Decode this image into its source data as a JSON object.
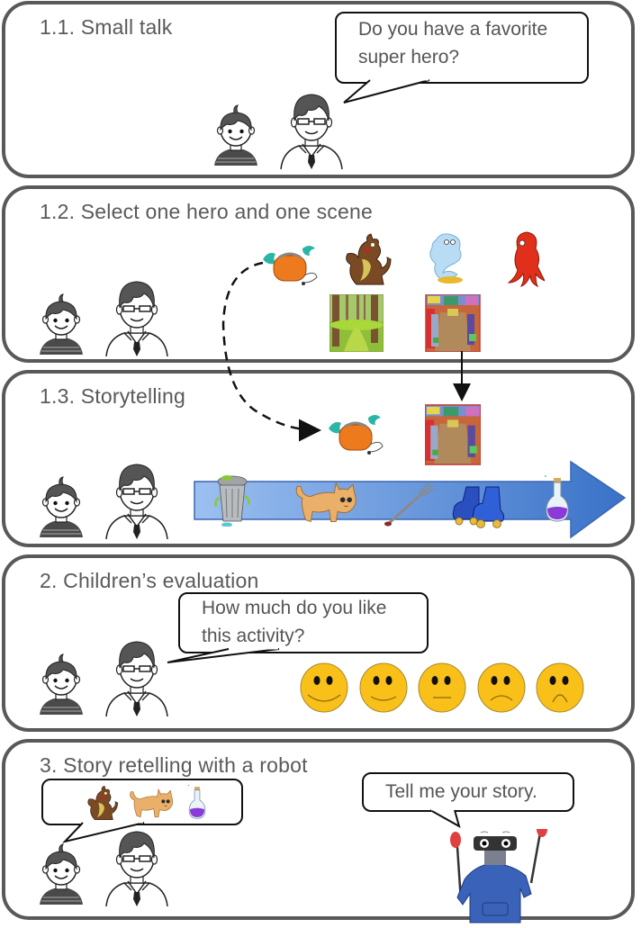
{
  "panels": [
    {
      "title": "1.1. Small talk",
      "speech": {
        "speaker": "adult",
        "lines": [
          "Do you have a favorite",
          "super hero?"
        ]
      }
    },
    {
      "title": "1.2. Select one hero and one scene",
      "heroes": [
        "flying-purse-icon",
        "dragon-icon",
        "genie-icon",
        "red-octopus-icon"
      ],
      "scenes": [
        "forest-scene",
        "market-scene"
      ]
    },
    {
      "title": "1.3. Storytelling",
      "selected_hero": "flying-purse-icon",
      "selected_scene": "market-scene",
      "timeline_items": [
        "trash-can-icon",
        "cat-icon",
        "fork-icon",
        "roller-skates-icon",
        "potion-icon"
      ]
    },
    {
      "title": "2. Children’s evaluation",
      "speech": {
        "speaker": "adult",
        "lines": [
          "How much do you like",
          "this activity?"
        ]
      },
      "rating_scale": [
        "very-happy",
        "happy",
        "neutral",
        "sad",
        "very-sad"
      ]
    },
    {
      "title": "3. Story retelling with a robot",
      "child_speech_items": [
        "dragon-icon",
        "cat-icon",
        "potion-icon"
      ],
      "robot_speech": {
        "lines": [
          "Tell me your story."
        ]
      }
    }
  ],
  "colors": {
    "panel_border": "#595959",
    "title_text": "#5a5a5a",
    "arrow_light": "#8fb4ea",
    "arrow_dark": "#3a73c7",
    "smiley": "#f8c018"
  }
}
